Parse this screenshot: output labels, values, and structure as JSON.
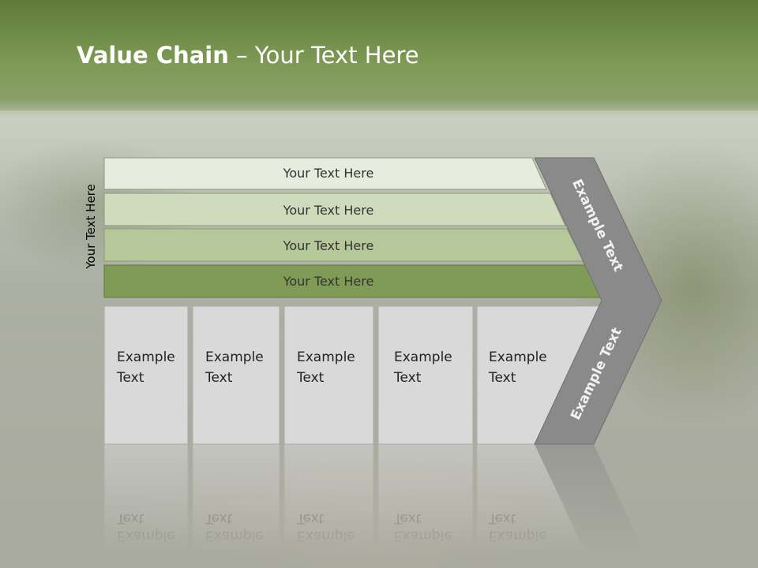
{
  "slide": {
    "title_bold": "Value Chain",
    "title_rest": " – Your Text Here",
    "side_label": "Your Text Here"
  },
  "bars": [
    {
      "label": "Your Text Here",
      "fill": "#e6ecde"
    },
    {
      "label": "Your Text Here",
      "fill": "#cfdbbd"
    },
    {
      "label": "Your Text Here",
      "fill": "#b6c79a"
    },
    {
      "label": "Your Text Here",
      "fill": "#7f9b55"
    }
  ],
  "boxes": [
    {
      "line1": "Example",
      "line2": "Text"
    },
    {
      "line1": "Example",
      "line2": "Text"
    },
    {
      "line1": "Example",
      "line2": "Text"
    },
    {
      "line1": "Example",
      "line2": "Text"
    },
    {
      "line1": "Example",
      "line2": "Text"
    }
  ],
  "arrow": {
    "upper_label": "Example Text",
    "lower_label": "Example Text",
    "fill": "#8a8a8a"
  },
  "colors": {
    "box_fill": "#d9d9d9",
    "title_bar": "#6e8a45"
  }
}
